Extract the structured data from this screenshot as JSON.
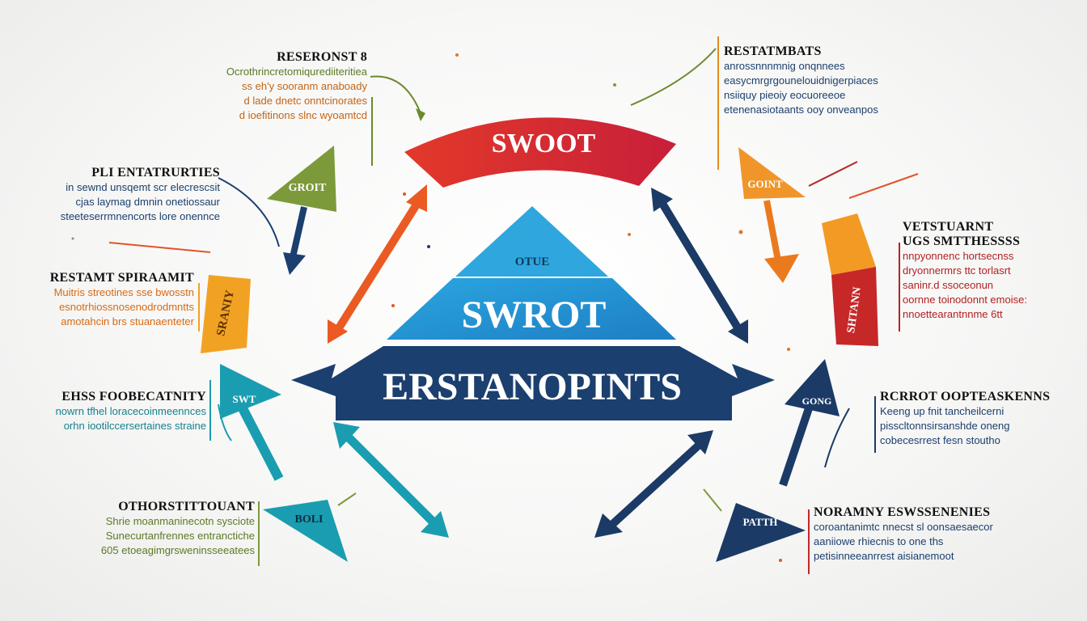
{
  "colors": {
    "red": "#d9282c",
    "orange": "#ee8a1e",
    "green": "#7a9a35",
    "teal": "#1e9ab0",
    "blue": "#1f7ab8",
    "navy": "#1b3a66"
  },
  "center": {
    "arc_label": "SWOOT",
    "peak_label": "OTUE",
    "mid_label": "SWROT",
    "base_label": "ERSTANOPINTS"
  },
  "tags": {
    "green": "GROIT",
    "orange_right": "GOINT",
    "orange_left": "SRANIY",
    "red_right": "SHTANN",
    "teal_left": "SWT",
    "teal_bottom": "BOLI",
    "navy_right": "GONG",
    "navy_bottom": "PATTH"
  },
  "blocks": {
    "top_left": {
      "title": "RESERONST 8",
      "lines": [
        "Ocrothrincretomiqurediiteritiea",
        "ss eh'y sooranm anaboady",
        "d lade dnetc onntcinorates",
        "d ioefitinons slnc wyoamtcd"
      ]
    },
    "top_right": {
      "title": "RESTATMBATS",
      "lines": [
        "anrossnnnmnig onqnnees",
        "easycmrgrgounelouidnigerpiaces",
        "nsiiquy pieoiy eocuoreeoe",
        "etenenasiotaants ooy onveanpos"
      ]
    },
    "mid_left": {
      "title": "PLI ENTATRURTIES",
      "lines": [
        "in sewnd unsqemt scr elecrescsit",
        "cjas laymag dmnin onetiossaur",
        "steeteserrmnencorts lore onennce"
      ]
    },
    "right_mid": {
      "title": "VETSTUARNT",
      "subtitle": "UGS SMTTHESSSS",
      "lines": [
        "nnpyonnenc hortsecnss",
        "dryonnermrs ttc torlasrt",
        "saninr.d ssoceonun",
        "oornne toinodonnt emoise:",
        "nnoettearantnnme 6tt"
      ]
    },
    "left_mid": {
      "title": "RESTAMT SPIRAAMIT",
      "lines": [
        "Muitris streotines sse bwosstn",
        "esnotrhiossnosenodrodmntts",
        "amotahcin brs stuanaenteter"
      ]
    },
    "left_lower": {
      "title": "EHSS FOOBECATNITY",
      "lines": [
        "nowrn tfhel loracecoinmeennces",
        "orhn iootilccersertaines straine"
      ]
    },
    "right_lower": {
      "title": "RCRROT OOPTEASKENNS",
      "lines": [
        "Keeng up fnit tancheilcerni",
        "pisscltonnsirsanshde oneng",
        "cobecesrrest fesn stoutho"
      ]
    },
    "bottom_left": {
      "title": "OTHORSTITTOUANT",
      "lines": [
        "Shrie moanmaninecotn sysciote",
        "Sunecurtanfrennes entranctiche",
        "605 etoeagimgrsweninsseeatees"
      ]
    },
    "bottom_right": {
      "title": "NORAMNY ESWSSENENIES",
      "lines": [
        "coroantanimtc nnecst sl oonsaesaecor",
        "aaniiowe rhiecnis to one ths",
        "petisinneeanrrest aisianemoot"
      ]
    }
  }
}
